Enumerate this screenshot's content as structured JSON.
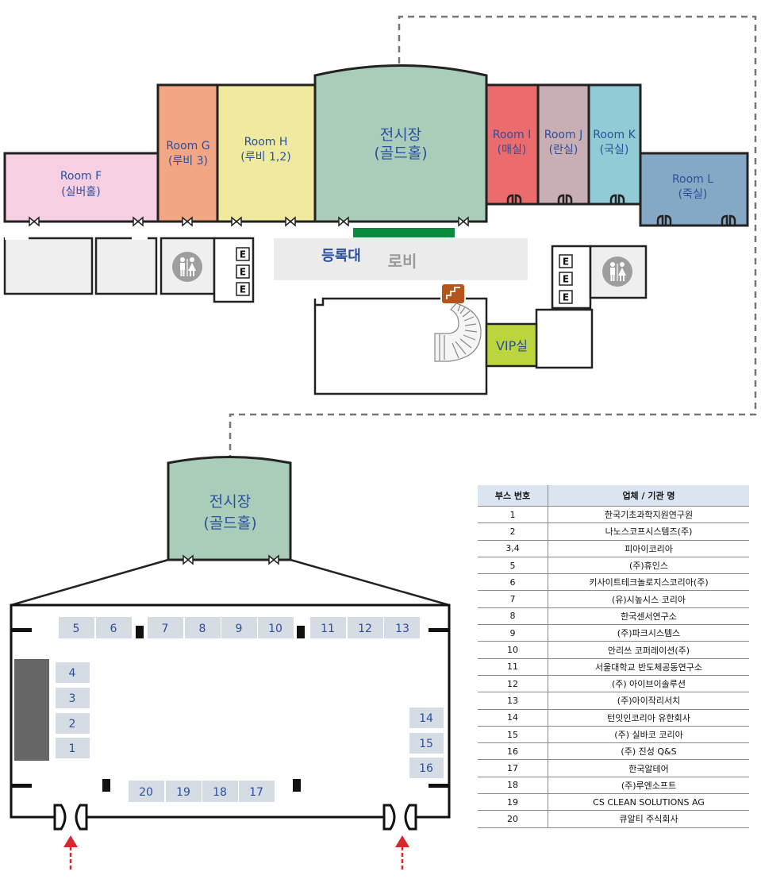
{
  "colors": {
    "room_f": "#f7cfe3",
    "room_g": "#f2a683",
    "room_h": "#f0ea9f",
    "exhibition": "#a9cdb8",
    "room_i": "#ec6b6d",
    "room_j": "#c9aeb3",
    "room_k": "#90cbd6",
    "room_l": "#85a9c5",
    "vip": "#bcd53f",
    "registration_bar": "#0a8a3e",
    "lobby": "#ececec",
    "label_blue": "#2b4f9e",
    "arrow_red": "#d6282f",
    "stair_sign": "#b5541b"
  },
  "floor_plan": {
    "rooms": {
      "room_f": {
        "name": "Room F",
        "sub": "(실버홀)"
      },
      "room_g": {
        "name": "Room G",
        "sub": "(루비 3)"
      },
      "room_h": {
        "name": "Room H",
        "sub": "(루비 1,2)"
      },
      "exhibition": {
        "name": "전시장",
        "sub": "(골드홀)"
      },
      "room_i": {
        "name": "Room I",
        "sub": "(매실)"
      },
      "room_j": {
        "name": "Room J",
        "sub": "(란실)"
      },
      "room_k": {
        "name": "Room K",
        "sub": "(국실)"
      },
      "room_l": {
        "name": "Room L",
        "sub": "(죽실)"
      }
    },
    "registration": "등록대",
    "lobby": "로비",
    "vip": "VIP실",
    "elevator_mark": "E",
    "icons": [
      "restroom-icon",
      "elevator-icon",
      "stairs-icon",
      "door-icon"
    ]
  },
  "hall_detail": {
    "title": "전시장",
    "subtitle": "(골드홀)",
    "booths": {
      "b1": "1",
      "b2": "2",
      "b3": "3",
      "b4": "4",
      "b5": "5",
      "b6": "6",
      "b7": "7",
      "b8": "8",
      "b9": "9",
      "b10": "10",
      "b11": "11",
      "b12": "12",
      "b13": "13",
      "b14": "14",
      "b15": "15",
      "b16": "16",
      "b17": "17",
      "b18": "18",
      "b19": "19",
      "b20": "20"
    }
  },
  "booth_table": {
    "headers": [
      "부스 번호",
      "업체 / 기관 명"
    ],
    "rows": [
      [
        "1",
        "한국기초과학지원연구원"
      ],
      [
        "2",
        "나노스코프시스템즈(주)"
      ],
      [
        "3,4",
        "피아이코리아"
      ],
      [
        "5",
        "(주)휴인스"
      ],
      [
        "6",
        "키사이트테크놀로지스코리아(주)"
      ],
      [
        "7",
        "(유)시높시스 코리아"
      ],
      [
        "8",
        "한국센서연구소"
      ],
      [
        "9",
        "(주)파크시스템스"
      ],
      [
        "10",
        "안리쓰 코퍼레이션(주)"
      ],
      [
        "11",
        "서울대학교 반도체공동연구소"
      ],
      [
        "12",
        "(주) 아이브이솔루션"
      ],
      [
        "13",
        "(주)아이작리서치"
      ],
      [
        "14",
        "턴잇인코리아 유한회사"
      ],
      [
        "15",
        "(주) 실바코 코리아"
      ],
      [
        "16",
        "(주) 진성 Q&S"
      ],
      [
        "17",
        "한국알테어"
      ],
      [
        "18",
        "(주)루엔소프트"
      ],
      [
        "19",
        "CS CLEAN SOLUTIONS AG"
      ],
      [
        "20",
        "큐알티 주식회사"
      ]
    ]
  }
}
